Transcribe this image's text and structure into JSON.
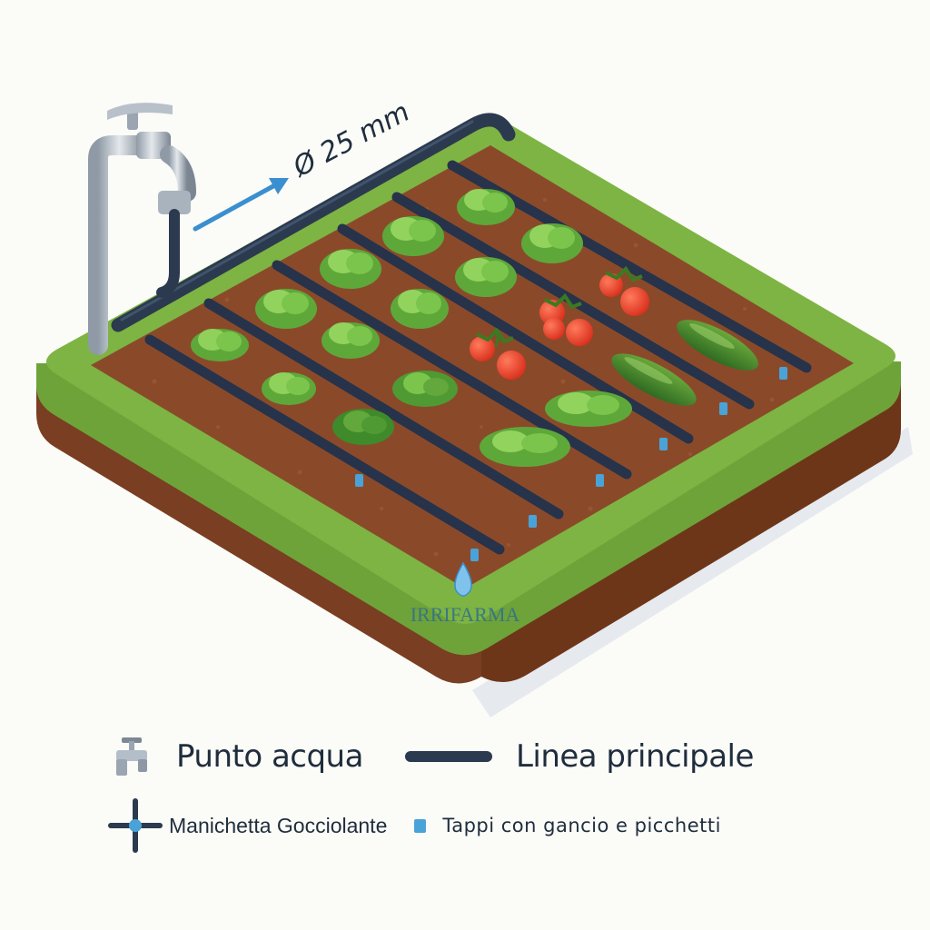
{
  "diagram": {
    "pipe_label": "Ø 25 mm",
    "brand": "IRRIFARMA"
  },
  "legend": {
    "water_point": "Punto acqua",
    "main_line": "Linea principale",
    "drip_hose": "Manichetta Gocciolante",
    "caps": "Tappi con gancio e picchetti"
  },
  "colors": {
    "grass": "#7db443",
    "soil": "#8a4a2a",
    "soil_side": "#7a3e22",
    "pipe": "#2c3a4f",
    "water": "#4aa3d8",
    "arrow": "#3a8fd0"
  }
}
